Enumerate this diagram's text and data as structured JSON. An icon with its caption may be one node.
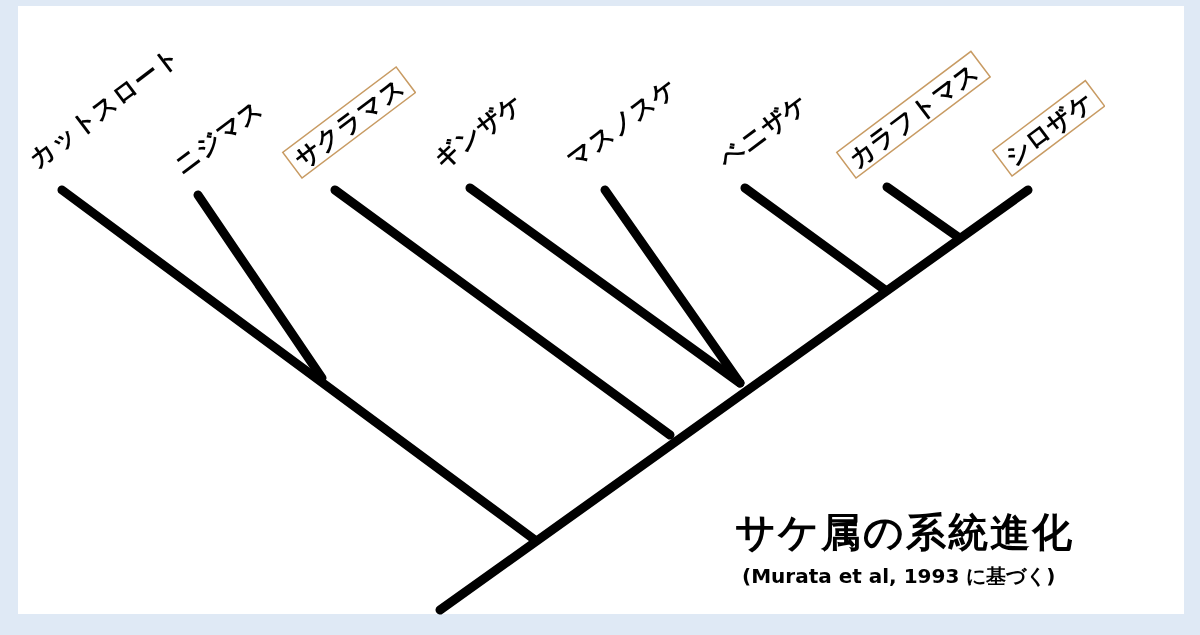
{
  "diagram": {
    "title": "サケ属の系統進化",
    "caption": "(Murata et al, 1993 に基づく)",
    "nodes": [
      {
        "text": [
          "サクラマス"
        ]
      },
      {
        "text": [
          "カラフトマス"
        ]
      },
      {
        "text": [
          "シロザケ"
        ]
      }
    ],
    "labels": [
      "カットスロート",
      "ニジマス",
      "ギンザケ",
      "マスノスケ",
      "ベニザケ"
    ]
  }
}
